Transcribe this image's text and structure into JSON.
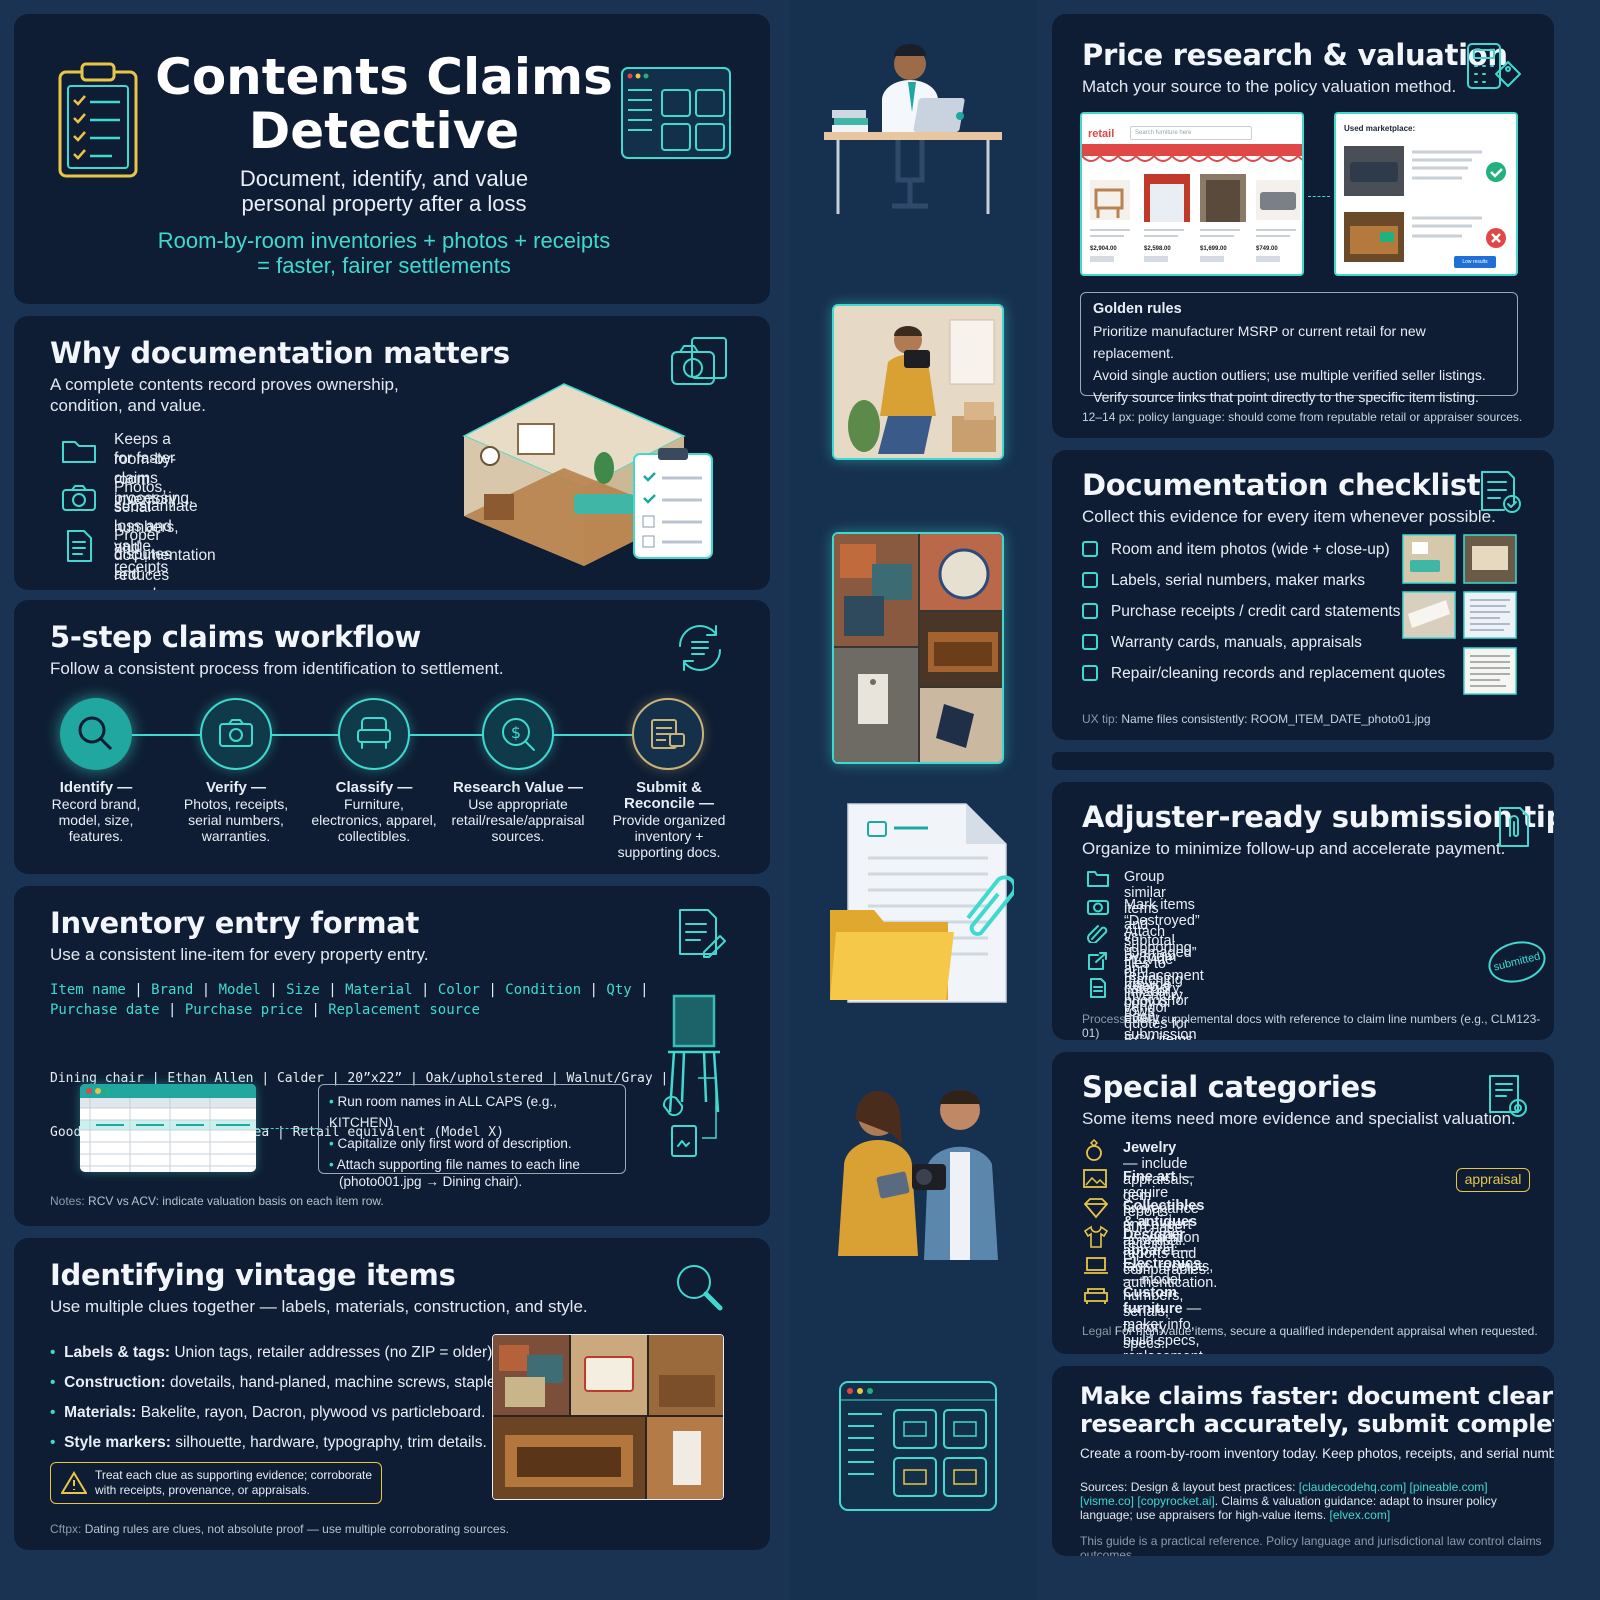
{
  "hero": {
    "title_line1": "Contents Claims",
    "title_line2": "Detective",
    "sub_line1": "Document, identify, and value",
    "sub_line2": "personal property after a loss",
    "formula_line1": "Room-by-room inventories + photos + receipts",
    "formula_line2": "= faster, fairer settlements"
  },
  "why": {
    "title": "Why documentation matters",
    "sub_line1": "A complete contents record proves ownership,",
    "sub_line2": "condition, and value.",
    "items": [
      {
        "line1": "Keeps a room-by-room inventory",
        "line2": "for faster claims processing.",
        "icon": "folder-icon"
      },
      {
        "line1": "Photos, serial numbers, and receipts",
        "line2": "substantiate loss and value.",
        "icon": "camera-icon"
      },
      {
        "line1": "Proper documentation reduces",
        "line2": "disputes and speeds payment.",
        "icon": "document-icon"
      }
    ]
  },
  "workflow": {
    "title": "5-step claims workflow",
    "sub": "Follow a consistent process from identification to settlement.",
    "steps": [
      {
        "title": "Identify —",
        "d1": "Record brand,",
        "d2": "model, size,",
        "d3": "features.",
        "d4": "",
        "icon": "magnifier-icon"
      },
      {
        "title": "Verify —",
        "d1": "Photos, receipts,",
        "d2": "serial numbers,",
        "d3": "warranties.",
        "d4": "",
        "icon": "camera-icon"
      },
      {
        "title": "Classify —",
        "d1": "Furniture,",
        "d2": "electronics, apparel,",
        "d3": "collectibles.",
        "d4": "",
        "icon": "armchair-icon"
      },
      {
        "title": "Research Value —",
        "d1": "Use appropriate",
        "d2": "retail/resale/appraisal",
        "d3": "sources.",
        "d4": "",
        "icon": "dollar-search-icon"
      },
      {
        "title": "Submit &",
        "title2": "Reconcile —",
        "d1": "Provide organized",
        "d2": "inventory +",
        "d3": "supporting docs.",
        "d4": "",
        "icon": "submit-icon"
      }
    ]
  },
  "inventory": {
    "title": "Inventory entry format",
    "sub": "Use a consistent line-item for every property entry.",
    "fields_line1": [
      "Item name",
      "Brand",
      "Model",
      "Size",
      "Material",
      "Color",
      "Condition",
      "Qty"
    ],
    "fields_line2": [
      "Purchase date",
      "Purchase price",
      "Replacement source"
    ],
    "example_line1": "Dining chair | Ethan Allen | Calder | 20”x22” | Oak/upholstered | Walnut/Gray |",
    "example_line2": "Good | 6 | 05/2019 | $180 ea | Retail equivalent (Model X)",
    "tips": [
      "Run room names in ALL CAPS (e.g., KITCHEN).",
      "Capitalize only first word of description.",
      "Attach supporting file names to each line",
      "(photo001.jpg → Dining chair)."
    ],
    "notes_label": "Notes:",
    "notes": "RCV vs ACV: indicate valuation basis on each item row."
  },
  "vintage": {
    "title": "Identifying vintage items",
    "sub": "Use multiple clues together — labels, materials, construction, and style.",
    "items": [
      {
        "b": "Labels & tags:",
        "t": " Union tags, retailer addresses (no ZIP = older)."
      },
      {
        "b": "Construction:",
        "t": " dovetails, hand-planed, machine screws, staples."
      },
      {
        "b": "Materials:",
        "t": " Bakelite, rayon, Dacron, plywood vs particleboard."
      },
      {
        "b": "Style markers:",
        "t": " silhouette, hardware, typography, trim details."
      }
    ],
    "warn_line1": "Treat each clue as supporting evidence; corroborate",
    "warn_line2": "with receipts, provenance, or appraisals.",
    "foot_label": "Cftpx:",
    "foot": "Dating rules are clues, not absolute proof — use multiple corroborating sources."
  },
  "price": {
    "title": "Price research & valuation",
    "sub": "Match your source to the policy valuation method.",
    "retail_logo": "retail",
    "search_placeholder": "Search furniture here",
    "used_label": "Used marketplace:",
    "used_button": "Low results",
    "listing_prices": [
      "$2,904.00",
      "$2,598.00",
      "$1,699.00",
      "$749.00"
    ],
    "golden_title": "Golden rules",
    "golden": [
      "Prioritize manufacturer MSRP or current retail for new replacement.",
      "Avoid single auction outliers; use multiple verified seller listings.",
      "Verify source links that point directly to the specific item listing."
    ],
    "foot": "12–14 px: policy language: should come from reputable retail or appraiser sources."
  },
  "checklist": {
    "title": "Documentation checklist",
    "sub": "Collect this evidence for every item whenever possible.",
    "items": [
      "Room and item photos (wide + close-up)",
      "Labels, serial numbers, maker marks",
      "Purchase receipts / credit card statements",
      "Warranty cards, manuals, appraisals",
      "Repair/cleaning records and replacement quotes"
    ],
    "tip_label": "UX tip:",
    "tip": "Name files consistently: ROOM_ITEM_DATE_photo01.jpg"
  },
  "adjuster": {
    "title": "Adjuster-ready submission tips",
    "sub": "Organize to minimize follow-up and accelerate payment.",
    "items": [
      {
        "t": "Group similar items and subtotal by room or category.",
        "icon": "folder-icon"
      },
      {
        "t": "Mark items “Destroyed” vs “Damaged” and provide photos for each.",
        "icon": "camera-icon"
      },
      {
        "t": "Attach supporting files to matching inventory rows.",
        "icon": "paperclip-icon"
      },
      {
        "t": "Provide replacement links or vendor quotes for RCV items.",
        "icon": "external-link-icon"
      },
      {
        "t": "Keep a copy of every submission and any insurer requests.",
        "icon": "document-icon"
      }
    ],
    "stamp": "submitted",
    "foot_label": "Process",
    "foot": "Label supplemental docs with reference to claim line numbers (e.g., CLM123-01)"
  },
  "special": {
    "title": "Special categories",
    "sub": "Some items need more evidence and specialist valuation.",
    "items": [
      {
        "b": "Jewelry",
        "t": " — include appraisals, gem reports, purchase receipts.",
        "icon": "ring-icon"
      },
      {
        "b": "Fine art",
        "t": " — require provenance and expert appraisal.",
        "icon": "picture-icon"
      },
      {
        "b": "Collectibles & antiques",
        "t": " — condition reports and comparables.",
        "icon": "diamond-icon"
      },
      {
        "b": "Designer apparel",
        "t": " — tags, receipts, authentication.",
        "icon": "shirt-icon"
      },
      {
        "b": "Electronics",
        "t": " — model numbers, serials, factory specs.",
        "icon": "laptop-icon"
      },
      {
        "b": "Custom furniture",
        "t": " — maker info, build specs, replacement quote.",
        "icon": "sofa-icon"
      }
    ],
    "badge": "appraisal",
    "foot_label": "Legal",
    "foot": "For high-value items, secure a qualified independent appraisal when requested."
  },
  "closing": {
    "title_line1": "Make claims faster: document clearly,",
    "title_line2": "research accurately, submit completely",
    "sub": "Create a room-by-room inventory today. Keep photos, receipts, and serial numbers.",
    "sources_label": "Sources: Design & layout best practices:",
    "links": [
      "[claudecodehq.com]",
      "[pineable.com]",
      "[visme.co]",
      "[copyrocket.ai]",
      "[elvex.com]"
    ],
    "sources_mid": ". Claims & valuation guidance: adapt to insurer policy language; use appraisers",
    "sources_end": "for high-value items.",
    "disclaimer": "This guide is a practical reference. Policy language and jurisdictional law control claims outcomes."
  },
  "colors": {
    "accent": "#3fd9d0",
    "card": "#0e1d33",
    "page": "#1a3353",
    "warning": "#e8c547",
    "danger": "#e04848",
    "success": "#22b07d"
  }
}
